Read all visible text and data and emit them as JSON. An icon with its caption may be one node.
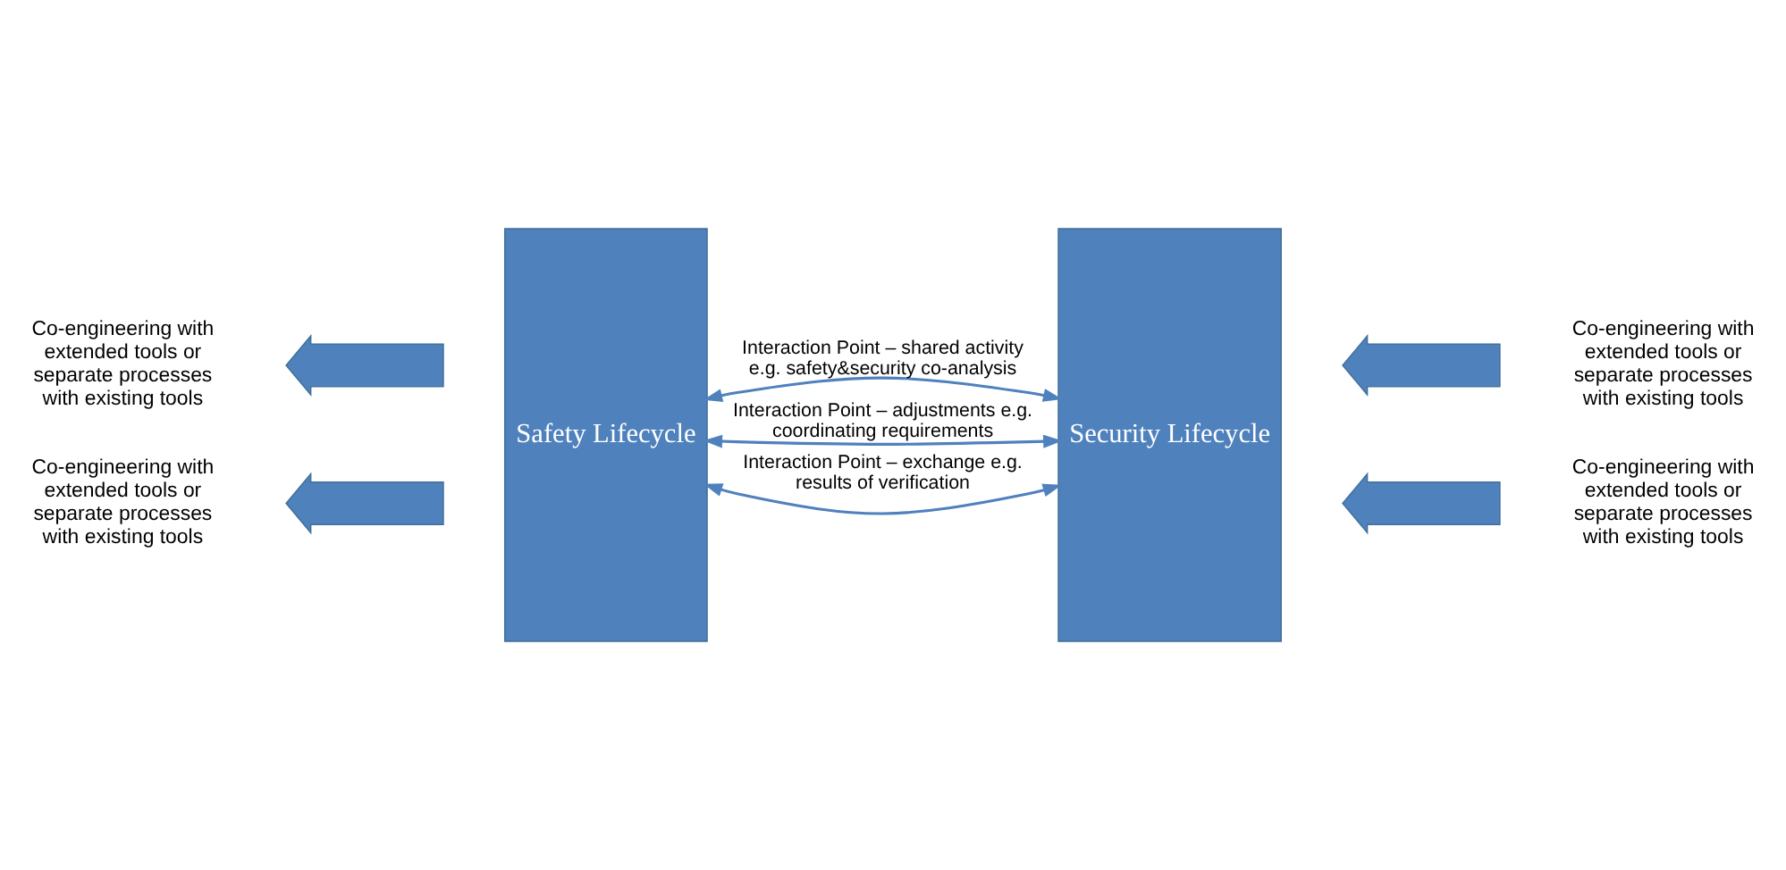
{
  "diagram": {
    "nodes": [
      {
        "text": [
          "Safety Lifecycle"
        ]
      },
      {
        "text": [
          "Security Lifecycle"
        ]
      },
      {
        "text": [],
        "shape": "arrow",
        "beside": [
          "Co-engineering with extended tools or separate processes with existing tools"
        ]
      },
      {
        "text": [],
        "shape": "arrow",
        "beside": [
          "Co-engineering with extended tools or separate processes with existing tools"
        ]
      },
      {
        "text": [],
        "shape": "arrow",
        "beside": [
          "Co-engineering with extended tools or separate processes with existing tools"
        ]
      },
      {
        "text": [],
        "shape": "arrow",
        "beside": [
          "Co-engineering with extended tools or separate processes with existing tools"
        ]
      }
    ],
    "edges": [
      {
        "from": 0,
        "to": 1,
        "arrow": "both",
        "label": "Interaction Point – shared activity e.g. safety&security co-analysis"
      },
      {
        "from": 0,
        "to": 1,
        "arrow": "both",
        "label": "Interaction Point – adjustments e.g. coordinating requirements"
      },
      {
        "from": 0,
        "to": 1,
        "arrow": "both",
        "label": "Interaction Point – exchange e.g. results of verification"
      }
    ]
  }
}
